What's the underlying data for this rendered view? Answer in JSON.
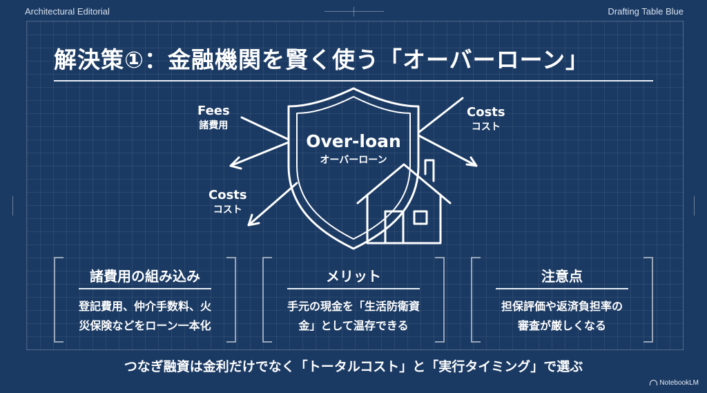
{
  "header": {
    "left_label": "Architectural Editorial",
    "right_label": "Drafting Table Blue"
  },
  "title": "解決策①：金融機関を賢く使う「オーバーローン」",
  "diagram": {
    "center_en": "Over-loan",
    "center_jp": "オーバーローン",
    "label_fees_en": "Fees",
    "label_fees_jp": "諸費用",
    "label_costs_right_en": "Costs",
    "label_costs_right_jp": "コスト",
    "label_costs_bottom_en": "Costs",
    "label_costs_bottom_jp": "コスト",
    "icons": [
      "shield-icon",
      "house-icon",
      "arrow-icon"
    ]
  },
  "cards": [
    {
      "heading": "諸費用の組み込み",
      "body_line1": "登記費用、仲介手数料、火",
      "body_line2": "災保険などをローン一本化"
    },
    {
      "heading": "メリット",
      "body_line1": "手元の現金を「生活防衛資",
      "body_line2": "金」として温存できる"
    },
    {
      "heading": "注意点",
      "body_line1": "担保評価や返済負担率の",
      "body_line2": "審査が厳しくなる"
    }
  ],
  "footer": "つなぎ融資は金利だけでなく「トータルコスト」と「実行タイミング」で選ぶ",
  "brand": "NotebookLM",
  "colors": {
    "background": "#1b3a63",
    "foreground": "#ffffff"
  }
}
